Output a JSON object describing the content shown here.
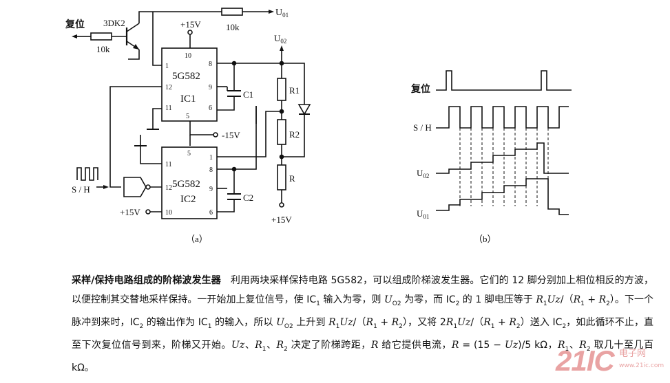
{
  "circuit": {
    "reset_label": "复位",
    "transistor_label": "3DK2",
    "resistor_base": "10k",
    "resistor_top": "10k",
    "out1": "U",
    "out1_sub": "01",
    "out2": "U",
    "out2_sub": "02",
    "vcc_top": "+15V",
    "vcc_right": "+15V",
    "vcc_ic2": "+15V",
    "vee": "-15V",
    "ic1_name": "5G582",
    "ic1_label": "IC1",
    "ic2_name": "5G582",
    "ic2_label": "IC2",
    "c1": "C1",
    "c2": "C2",
    "r1": "R1",
    "r2": "R2",
    "r": "R",
    "sh_label": "S / H",
    "pins_ic1": {
      "p10": "10",
      "p1": "1",
      "p12": "12",
      "p11": "11",
      "p8": "8",
      "p9": "9",
      "p6": "6",
      "p5": "5"
    },
    "pins_ic2": {
      "p5": "5",
      "p11": "11",
      "p1": "1",
      "p12": "12",
      "p10": "10",
      "p8": "8",
      "p9": "9",
      "p6": "6"
    },
    "caption": "（a）"
  },
  "waveform": {
    "reset_label": "复位",
    "sh_label": "S / H",
    "u02": "U",
    "u02_sub": "02",
    "u01": "U",
    "u01_sub": "01",
    "caption": "（b）"
  },
  "text": {
    "title": "采样/保持电路组成的阶梯波发生器",
    "segments": [
      {
        "t": "利用两块采样保持电路 5G582，可以组成阶梯波发生器。它们的 12 脚分别加上相位相反的方波，以便控制其交替地采样保持。一开始加上复位信号，使 IC"
      },
      {
        "t": "1",
        "sub": true
      },
      {
        "t": " 输入为零，则 "
      },
      {
        "t": "U",
        "i": true
      },
      {
        "t": "O2",
        "sub": true
      },
      {
        "t": " 为零，而 IC"
      },
      {
        "t": "2",
        "sub": true
      },
      {
        "t": " 的 1 脚电压等于 "
      },
      {
        "t": "R",
        "i": true
      },
      {
        "t": "1",
        "sub": true
      },
      {
        "t": "Uz",
        "i": true
      },
      {
        "t": "/（"
      },
      {
        "t": "R",
        "i": true
      },
      {
        "t": "1",
        "sub": true
      },
      {
        "t": " + "
      },
      {
        "t": "R",
        "i": true
      },
      {
        "t": "2",
        "sub": true
      },
      {
        "t": "）。下一个脉冲到来时，IC"
      },
      {
        "t": "2",
        "sub": true
      },
      {
        "t": " 的输出作为 IC"
      },
      {
        "t": "1",
        "sub": true
      },
      {
        "t": " 的输入，所以 "
      },
      {
        "t": "U",
        "i": true
      },
      {
        "t": "O2",
        "sub": true
      },
      {
        "t": " 上升到 "
      },
      {
        "t": "R",
        "i": true
      },
      {
        "t": "1",
        "sub": true
      },
      {
        "t": "Uz",
        "i": true
      },
      {
        "t": "/（"
      },
      {
        "t": "R",
        "i": true
      },
      {
        "t": "1",
        "sub": true
      },
      {
        "t": " + "
      },
      {
        "t": "R",
        "i": true
      },
      {
        "t": "2",
        "sub": true
      },
      {
        "t": "），又将 2"
      },
      {
        "t": "R",
        "i": true
      },
      {
        "t": "1",
        "sub": true
      },
      {
        "t": "Uz",
        "i": true
      },
      {
        "t": "/（"
      },
      {
        "t": "R",
        "i": true
      },
      {
        "t": "1",
        "sub": true
      },
      {
        "t": " + "
      },
      {
        "t": "R",
        "i": true
      },
      {
        "t": "2",
        "sub": true
      },
      {
        "t": "）送入 IC"
      },
      {
        "t": "2",
        "sub": true
      },
      {
        "t": "，如此循环不止，直至下次复位信号到来，阶梯又开始。"
      },
      {
        "t": "Uz",
        "i": true
      },
      {
        "t": "、"
      },
      {
        "t": "R",
        "i": true
      },
      {
        "t": "1",
        "sub": true
      },
      {
        "t": "、"
      },
      {
        "t": "R",
        "i": true
      },
      {
        "t": "2",
        "sub": true
      },
      {
        "t": " 决定了阶梯跨距，"
      },
      {
        "t": "R",
        "i": true
      },
      {
        "t": " 给它提供电流，"
      },
      {
        "t": "R",
        "i": true
      },
      {
        "t": " = (15 − "
      },
      {
        "t": "Uz",
        "i": true
      },
      {
        "t": ")/5 kΩ，"
      },
      {
        "t": "R",
        "i": true
      },
      {
        "t": "1",
        "sub": true
      },
      {
        "t": "、"
      },
      {
        "t": "R",
        "i": true
      },
      {
        "t": "2",
        "sub": true
      },
      {
        "t": " 取几十至几百 kΩ。"
      }
    ]
  },
  "watermark": {
    "big": "21IC",
    "small": "电子网",
    "url": "www.21ic.com"
  }
}
